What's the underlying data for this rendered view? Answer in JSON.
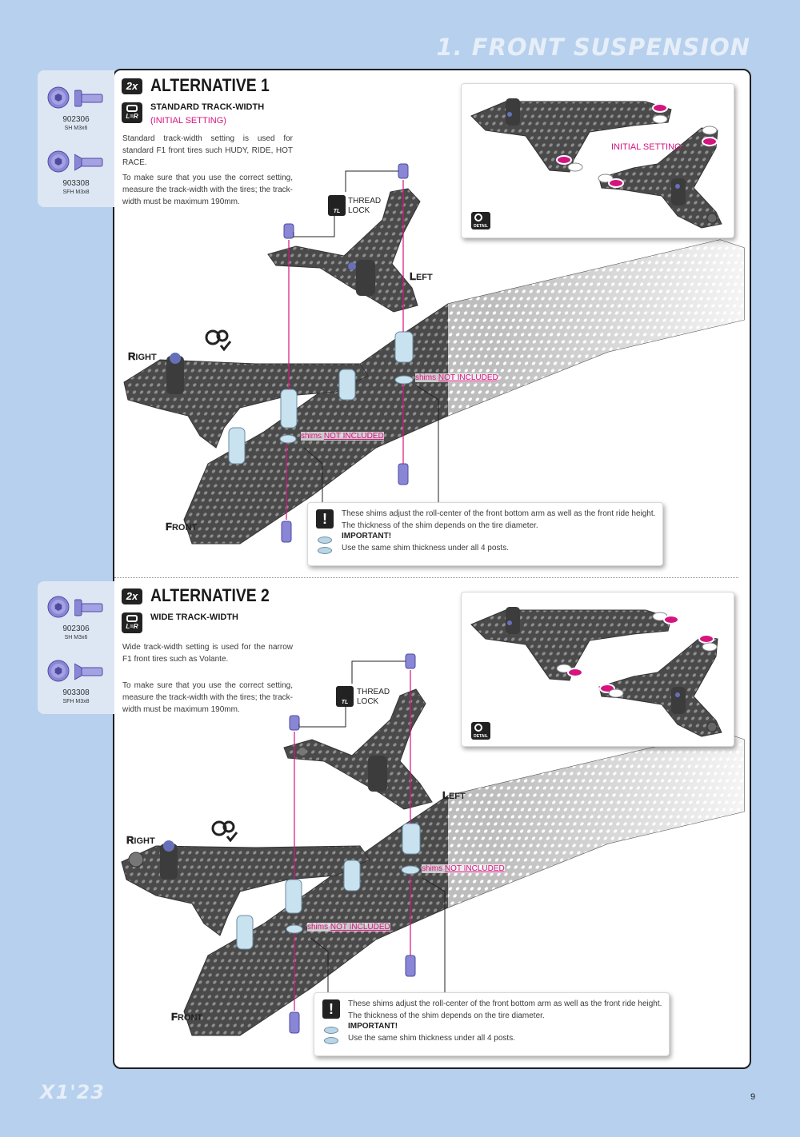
{
  "header": {
    "title": "1. FRONT SUSPENSION"
  },
  "parts": [
    {
      "number": "902306",
      "spec": "SH M3x6"
    },
    {
      "number": "903308",
      "spec": "SFH M3x8"
    }
  ],
  "alternative1": {
    "badge": "2x",
    "lr_badge": "L=R",
    "title": "ALTERNATIVE 1",
    "subtitle": "STANDARD TRACK-WIDTH",
    "note": "(INITIAL SETTING)",
    "description_1": "Standard track-width setting is used for standard F1 front tires such HUDY, RIDE, HOT RACE.",
    "description_2": "To make sure that you use the correct setting, measure the track-width with the tires; the track-width must be maximum 190mm.",
    "detail_label": "INITIAL SETTING",
    "detail_icon": "DETAIL",
    "thread_lock_1": "THREAD",
    "thread_lock_2": "LOCK",
    "tl": "TL",
    "left_first": "L",
    "left_rest": "EFT",
    "right_first": "R",
    "right_rest": "IGHT",
    "front_first": "F",
    "front_rest": "RONT",
    "shims_word": "shims",
    "shims_note": "NOT INCLUDED",
    "info_text": "These shims adjust the roll-center of the front bottom arm as well as the front ride height. The thickness of the shim depends on the tire diameter.",
    "info_important": "IMPORTANT!",
    "info_text_2": "Use the same shim thickness under all 4 posts.",
    "info_warn": "!"
  },
  "alternative2": {
    "badge": "2x",
    "lr_badge": "L=R",
    "title": "ALTERNATIVE 2",
    "subtitle": "WIDE TRACK-WIDTH",
    "description_1": "Wide track-width setting is used for the narrow F1 front tires such as Volante.",
    "description_2": "To make sure that you use the correct setting, measure the track-width with the tires; the track-width must be maximum 190mm.",
    "detail_icon": "DETAIL",
    "thread_lock_1": "THREAD",
    "thread_lock_2": "LOCK",
    "tl": "TL",
    "left_first": "L",
    "left_rest": "EFT",
    "right_first": "R",
    "right_rest": "IGHT",
    "front_first": "F",
    "front_rest": "RONT",
    "shims_word": "shims",
    "shims_note": "NOT INCLUDED",
    "info_text": "These shims adjust the roll-center of the front bottom arm as well as the front ride height. The thickness of the shim depends on the tire diameter.",
    "info_important": "IMPORTANT!",
    "info_text_2": "Use the same shim thickness under all 4 posts.",
    "info_warn": "!"
  },
  "footer": {
    "logo": "X1'23",
    "page_number": "9"
  },
  "colors": {
    "accent": "#d6147f",
    "background": "#b6d0ee",
    "sidebar": "#dde7f4",
    "hardware": "#8a86d6"
  }
}
